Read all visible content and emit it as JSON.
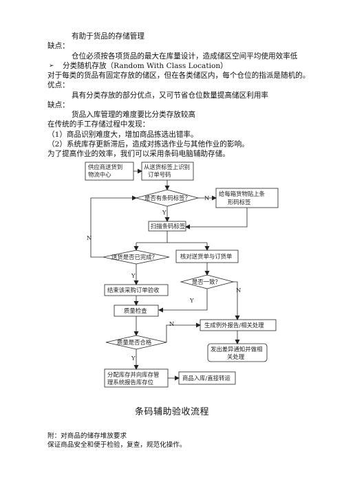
{
  "body_lines": [
    "有助于货品的存储管理",
    "缺点：",
    "仓位必须按各项货品的最大在库量设计，造成储区空间平均使用效率低",
    "分类随机存放（Random With Class Location）",
    "对于每类的货品有固定存放的储区，但在各类储区内，每个仓位的指派是随机的。",
    "优点：",
    "具有分类存放的部分优点，又可节省仓位数量提高储区利用率",
    "缺点：",
    "货品入库管理的难度要比分类存放较高",
    "在传统的手工存储过程中发现：",
    "（1）商品识别难度大，增加商品拣选出错率。",
    "（2）系统库存更新滞后，造成对拣选作业与其他作业的影响。",
    "为了提高作业的效率，我们可以采用条码电脑辅助存储。"
  ],
  "bullet_glyph": "➢",
  "flowchart": {
    "box_supplier": [
      "供应商送货到",
      "物流中心"
    ],
    "box_scan_delivery": [
      "从送货标签上识别",
      "订单号码"
    ],
    "decision_has_barcode": "是否有条码标签？",
    "box_attach_label": [
      "给每箱货物贴上条",
      "形码标签"
    ],
    "box_scan_label": "扫描条码标签",
    "decision_delivery_complete": "送货是否已完成？",
    "box_check_order": "核对送货单与订货单",
    "decision_consistent": "是否一致？",
    "box_close_po": "结束该采购订单验收",
    "box_quality_check": "质量检查",
    "box_exception_report": "生成例外报告/相关处理",
    "box_notify_diff": [
      "发出差异通知并做相",
      "关处理"
    ],
    "decision_qualified": "质量是否合格",
    "box_assign_location": [
      "分配库存并向库存管",
      "理系统报告库存位"
    ],
    "box_putaway": "商品入库/直接转运",
    "label_yes": "Y",
    "label_no": "N"
  },
  "caption": "条码辅助验收流程",
  "footer_lines": [
    "附：对商品的储存堆放要求",
    "保证商品安全和便于检验，复查，规范化操作。"
  ]
}
